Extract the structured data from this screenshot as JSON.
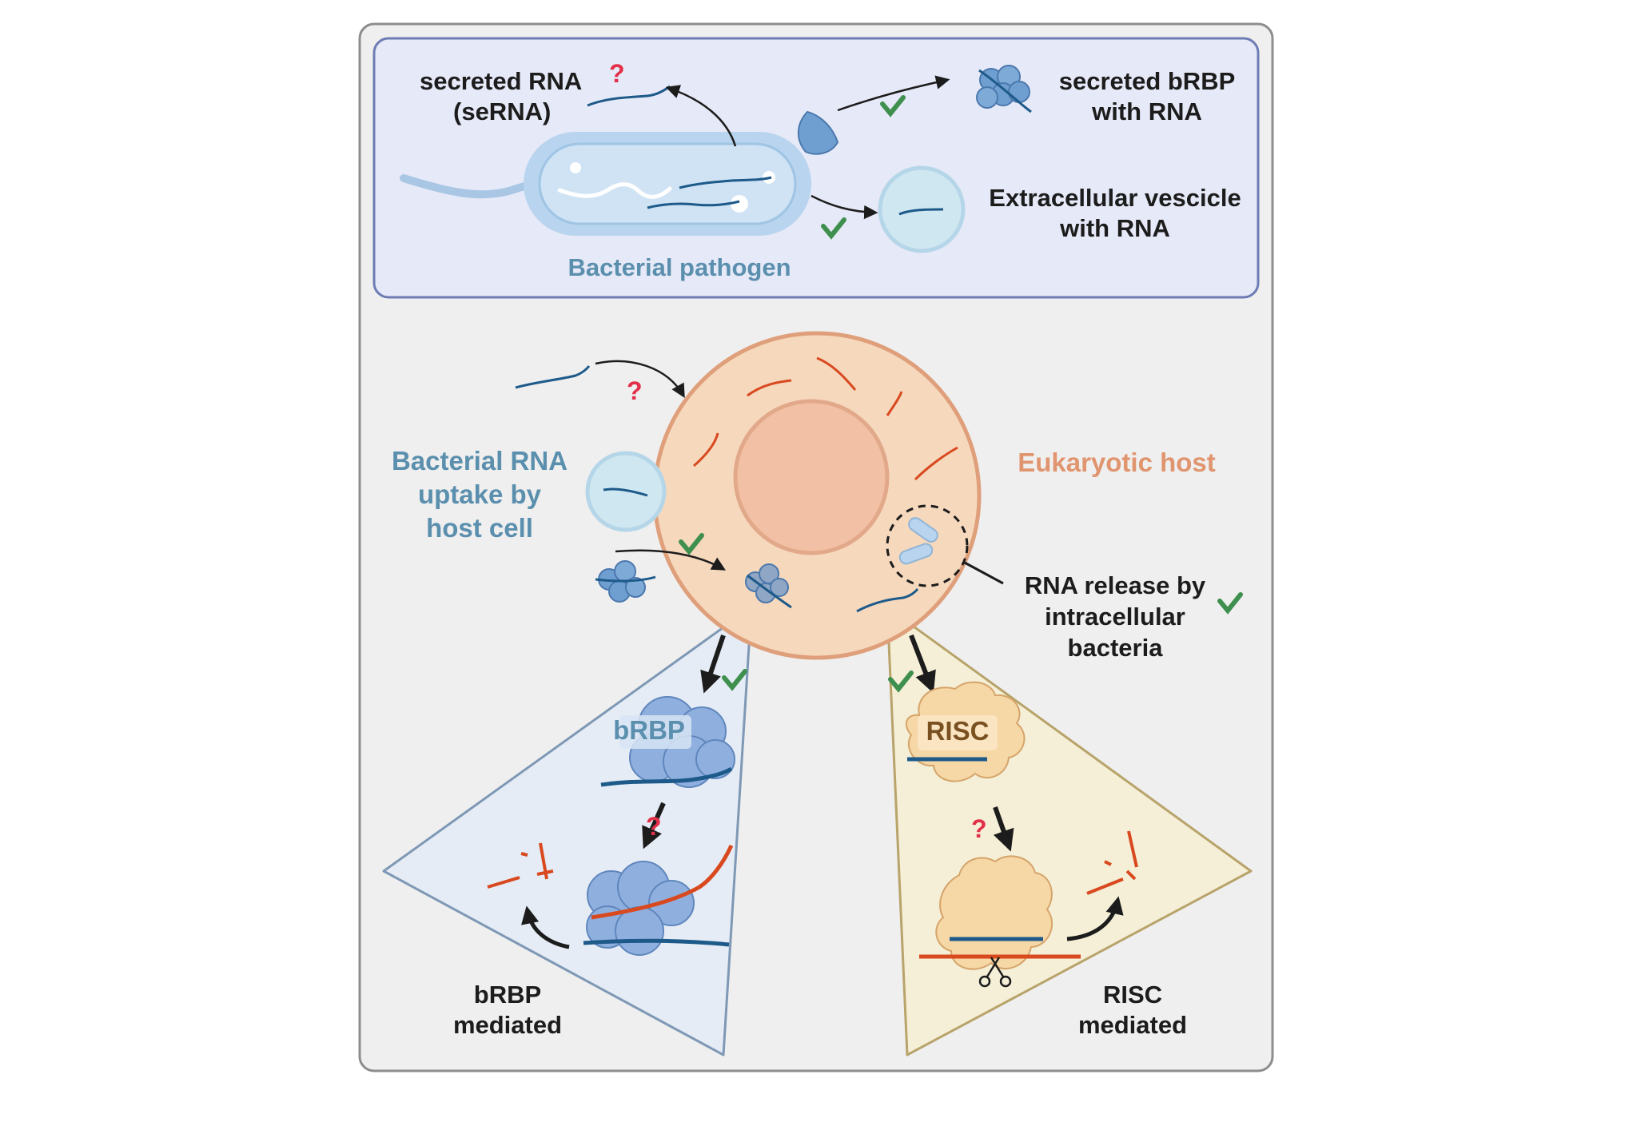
{
  "labels": {
    "secreted_rna_1": "secreted RNA",
    "secreted_rna_2": "(seRNA)",
    "secreted_brbp_1": "secreted bRBP",
    "secreted_brbp_2": "with RNA",
    "ev_1": "Extracellular vescicle",
    "ev_2": "with RNA",
    "bacterial_pathogen": "Bacterial pathogen",
    "uptake_1": "Bacterial RNA",
    "uptake_2": "uptake by",
    "uptake_3": "host cell",
    "eukaryotic_host": "Eukaryotic host",
    "release_1": "RNA release by",
    "release_2": "intracellular",
    "release_3": "bacteria",
    "brbp_protein": "bRBP",
    "risc_protein": "RISC",
    "brbp_mediated_1": "bRBP",
    "brbp_mediated_2": "mediated",
    "risc_mediated_1": "RISC",
    "risc_mediated_2": "mediated"
  },
  "symbols": {
    "question": "?"
  },
  "colors": {
    "bacterial_rna": "#1d5a8a",
    "host_rna": "#d9491f",
    "check": "#3f8f4e",
    "question": "#e3304a",
    "bacterium_label": "#5b8fae",
    "host_label": "#e0956f",
    "risc_label": "#7a5020"
  }
}
